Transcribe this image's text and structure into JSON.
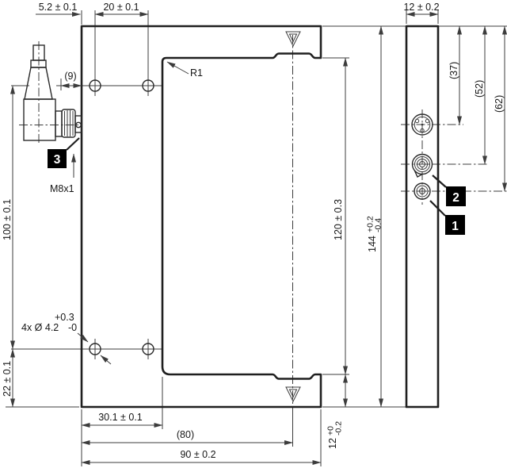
{
  "dims": {
    "edge_to_hole": "5.2 ± 0.1",
    "hole_spacing": "20 ± 0.1",
    "plug_protrusion": "(9)",
    "hole_rows": "100 ± 0.1",
    "bottom_edge_to_hole": "22 ± 0.1",
    "slot_depth": "30.1 ± 0.1",
    "axis_from_edge": "(80)",
    "body_width": "90 ± 0.2",
    "slot_height": "120 ± 0.3",
    "arm": {
      "value": "12",
      "plus": "+0",
      "minus": "-0.2"
    },
    "total": {
      "value": "144",
      "plus": "+0.2",
      "minus": "-0.4"
    },
    "side_width": "12 ± 0.2",
    "connector_pos": "(37)",
    "pot_pos": "(52)",
    "led_pos": "(62)"
  },
  "annotations": {
    "radius": "R1",
    "thread": "M8x1",
    "holes": {
      "prefix": "4x Ø 4.2",
      "plus": "+0.3",
      "minus": "-0"
    }
  },
  "callouts": {
    "plug": "3",
    "pot": "2",
    "led": "1"
  },
  "colors": {
    "line": "#3c3c3c",
    "outline": "#1f1f1f",
    "label_bg": "#000000",
    "label_fg": "#ffffff",
    "background": "#ffffff"
  }
}
